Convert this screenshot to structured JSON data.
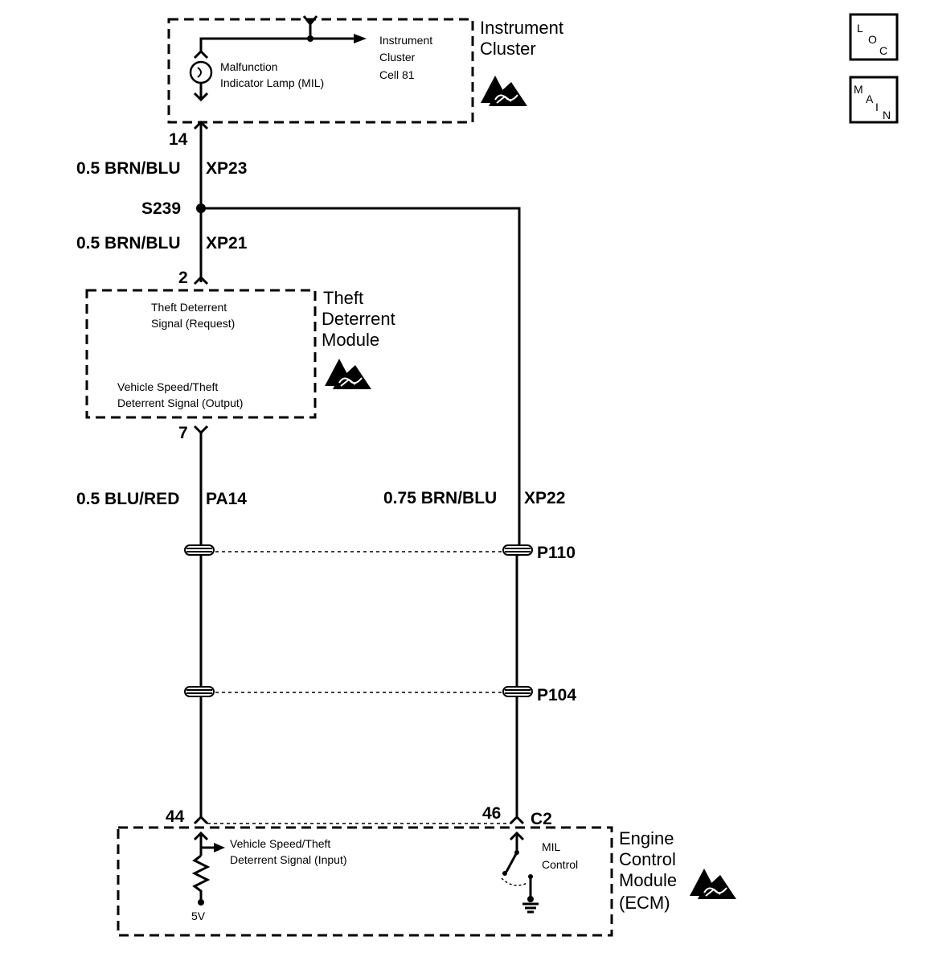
{
  "icons": {
    "loc": "loc-icon",
    "main": "main-icon",
    "esd": "esd-warning-icon",
    "ground": "ground-icon"
  },
  "instrument_cluster": {
    "name_line1": "Instrument",
    "name_line2": "Cluster",
    "mil_line1": "Malfunction",
    "mil_line2": "Indicator Lamp (MIL)",
    "ref_line1": "Instrument",
    "ref_line2": "Cluster",
    "ref_line3": "Cell 81"
  },
  "loc_box": {
    "l": "L",
    "o": "O",
    "c": "C"
  },
  "main_box": {
    "m": "M",
    "a": "A",
    "i": "I",
    "n": "N"
  },
  "pins": {
    "ic_pin": "14",
    "tdm_in_pin": "2",
    "tdm_out_pin": "7",
    "ecm_pin_44": "44",
    "ecm_pin_46": "46",
    "ecm_conn": "C2"
  },
  "wires": {
    "xp23": "0.5 BRN/BLU",
    "xp23_code": "XP23",
    "xp21": "0.5 BRN/BLU",
    "xp21_code": "XP21",
    "pa14": "0.5 BLU/RED",
    "pa14_code": "PA14",
    "xp22": "0.75 BRN/BLU",
    "xp22_code": "XP22"
  },
  "splice": "S239",
  "connectors": {
    "p110": "P110",
    "p104": "P104"
  },
  "theft_module": {
    "name_line1": "Theft",
    "name_line2": "Deterrent",
    "name_line3": "Module",
    "req_line1": "Theft  Deterrent",
    "req_line2": "Signal (Request)",
    "out_line1": "Vehicle Speed/Theft",
    "out_line2": "Deterrent Signal (Output)"
  },
  "ecm": {
    "name_line1": "Engine",
    "name_line2": "Control",
    "name_line3": "Module",
    "name_line4": "(ECM)",
    "in_line1": "Vehicle Speed/Theft",
    "in_line2": "Deterrent Signal (Input)",
    "mil_line1": "MIL",
    "mil_line2": "Control",
    "voltage": "5V"
  }
}
